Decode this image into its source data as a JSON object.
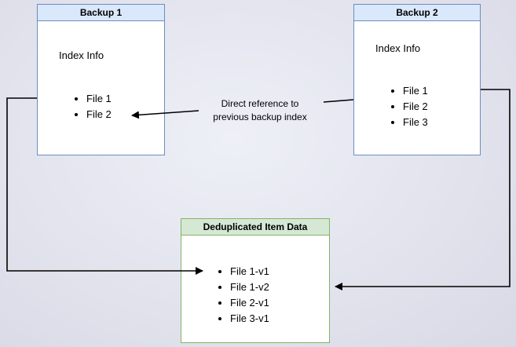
{
  "colors": {
    "canvas_a": "#eef0f7",
    "canvas_b": "#d8d9e5",
    "blue_header": "#dae8fc",
    "blue_border": "#6c8ebf",
    "green_header": "#d5e8d4",
    "green_border": "#82b366",
    "box_body": "#ffffff",
    "arrow": "#000000"
  },
  "backup1": {
    "title": "Backup 1",
    "index_label": "Index Info",
    "files": [
      "File 1",
      "File 2"
    ]
  },
  "backup2": {
    "title": "Backup 2",
    "index_label": "Index Info",
    "files": [
      "File 1",
      "File 2",
      "File 3"
    ]
  },
  "dedup": {
    "title": "Deduplicated Item Data",
    "files": [
      "File 1-v1",
      "File 1-v2",
      "File 2-v1",
      "File 3-v1"
    ]
  },
  "annotation": {
    "line1": "Direct reference to",
    "line2": "previous backup index"
  }
}
